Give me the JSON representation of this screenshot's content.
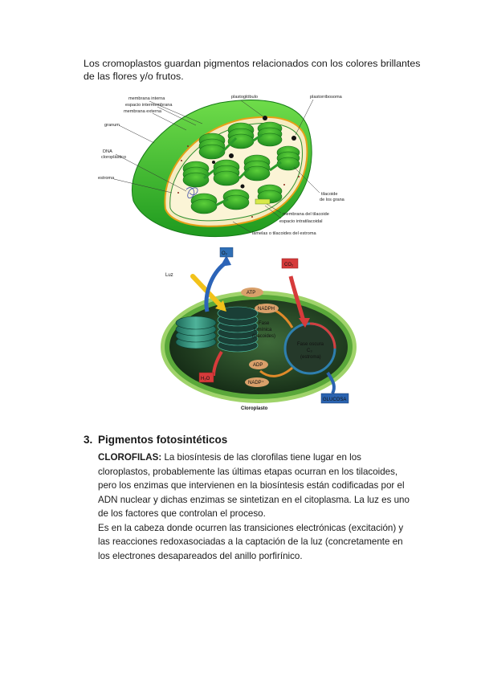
{
  "intro_text": "Los cromoplastos guardan pigmentos relacionados con los colores brillantes de las flores y/o frutos.",
  "figure1": {
    "labels": {
      "membrana_interna": "membrana interna",
      "espacio_intermembrana": "espacio intermembrana",
      "membrana_externa": "membrana externa",
      "granum": "granum",
      "dna_1": "DNA",
      "dna_2": "cloroplástico",
      "estroma": "estroma",
      "plastoglobulo": "plastoglóbulo",
      "plastorribosoma": "plastorribosoma",
      "tilacoide_1": "tilacoide",
      "tilacoide_2": "de los grana",
      "membrana_tilacoide": "membrana del tilacoide",
      "espacio_intratilacoidal": "espacio intratilacoidal",
      "lamelas": "lamelas  o  tilacoides del estroma"
    }
  },
  "figure2": {
    "labels": {
      "o2": "O₂",
      "co2": "CO₂",
      "luz": "Luz",
      "atp": "ATP",
      "nadph": "NADPH",
      "fase_luminica_1": "Fase",
      "fase_luminica_2": "lumínica",
      "fase_luminica_3": "(tilacoides)",
      "fase_oscura_1": "Fase oscura",
      "fase_oscura_2": "C₃",
      "fase_oscura_3": "(estroma)",
      "adp": "ADP",
      "nadp": "NADP⁺",
      "h2o": "H₂O",
      "glucosa": "GLUCOSA",
      "cloroplasto": "Cloroplasto"
    },
    "colors": {
      "stroma_dark": "#1d3b1f",
      "membrane": "#6bb33a",
      "o2_box": "#2f6fb5",
      "co2_box": "#d63b3b",
      "glucosa_box": "#2a63b0"
    }
  },
  "section": {
    "number": "3.",
    "title": "Pigmentos fotosintéticos",
    "term": "CLOROFILAS:",
    "paragraph1": " La biosíntesis de las clorofilas tiene lugar en los cloroplastos, probablemente las últimas etapas ocurran en los tilacoides, pero los enzimas que intervienen en la biosíntesis están codificadas por el ADN nuclear y dichas enzimas se sintetizan en el citoplasma. La luz es uno de los factores que controlan el proceso.",
    "paragraph2": "Es en la cabeza donde ocurren las transiciones electrónicas (excitación) y las reacciones redoxasociadas a la captación de la luz (concretamente en los electrones desapareados del anillo porfirínico."
  }
}
